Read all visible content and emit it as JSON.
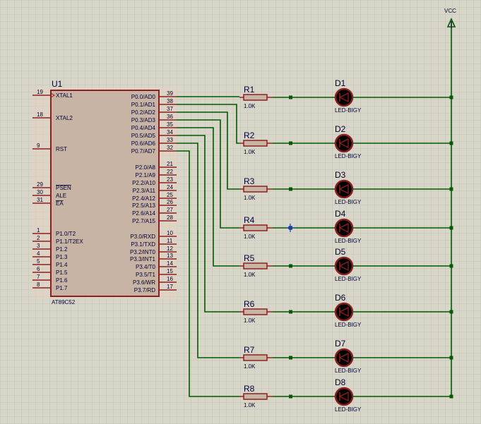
{
  "chip": {
    "ref": "U1",
    "part": "AT89C52",
    "left_pins": [
      {
        "num": "19",
        "name": "XTAL1"
      },
      {
        "num": "18",
        "name": "XTAL2"
      },
      {
        "num": "9",
        "name": "RST"
      },
      {
        "num": "29",
        "name": "PSEN"
      },
      {
        "num": "30",
        "name": "ALE"
      },
      {
        "num": "31",
        "name": "EA"
      },
      {
        "num": "1",
        "name": "P1.0/T2"
      },
      {
        "num": "2",
        "name": "P1.1/T2EX"
      },
      {
        "num": "3",
        "name": "P1.2"
      },
      {
        "num": "4",
        "name": "P1.3"
      },
      {
        "num": "5",
        "name": "P1.4"
      },
      {
        "num": "6",
        "name": "P1.5"
      },
      {
        "num": "7",
        "name": "P1.6"
      },
      {
        "num": "8",
        "name": "P1.7"
      }
    ],
    "right_pins": [
      {
        "num": "39",
        "name": "P0.0/AD0"
      },
      {
        "num": "38",
        "name": "P0.1/AD1"
      },
      {
        "num": "37",
        "name": "P0.2/AD2"
      },
      {
        "num": "36",
        "name": "P0.3/AD3"
      },
      {
        "num": "35",
        "name": "P0.4/AD4"
      },
      {
        "num": "34",
        "name": "P0.5/AD5"
      },
      {
        "num": "33",
        "name": "P0.6/AD6"
      },
      {
        "num": "32",
        "name": "P0.7/AD7"
      },
      {
        "num": "21",
        "name": "P2.0/A8"
      },
      {
        "num": "22",
        "name": "P2.1/A9"
      },
      {
        "num": "23",
        "name": "P2.2/A10"
      },
      {
        "num": "24",
        "name": "P2.3/A11"
      },
      {
        "num": "25",
        "name": "P2.4/A12"
      },
      {
        "num": "26",
        "name": "P2.5/A13"
      },
      {
        "num": "27",
        "name": "P2.6/A14"
      },
      {
        "num": "28",
        "name": "P2.7/A15"
      },
      {
        "num": "10",
        "name": "P3.0/RXD"
      },
      {
        "num": "11",
        "name": "P3.1/TXD"
      },
      {
        "num": "12",
        "name": "P3.2/INT0"
      },
      {
        "num": "13",
        "name": "P3.3/INT1"
      },
      {
        "num": "14",
        "name": "P3.4/T0"
      },
      {
        "num": "15",
        "name": "P3.5/T1"
      },
      {
        "num": "16",
        "name": "P3.6/WR"
      },
      {
        "num": "17",
        "name": "P3.7/RD"
      }
    ]
  },
  "power": {
    "label": "VCC"
  },
  "channels": [
    {
      "resistor": "R1",
      "resistor_value": "1.0K",
      "led": "D1",
      "led_type": "LED-BIGY"
    },
    {
      "resistor": "R2",
      "resistor_value": "1.0K",
      "led": "D2",
      "led_type": "LED-BIGY"
    },
    {
      "resistor": "R3",
      "resistor_value": "1.0K",
      "led": "D3",
      "led_type": "LED-BIGY"
    },
    {
      "resistor": "R4",
      "resistor_value": "1.0K",
      "led": "D4",
      "led_type": "LED-BIGY"
    },
    {
      "resistor": "R5",
      "resistor_value": "1.0K",
      "led": "D5",
      "led_type": "LED-BIGY"
    },
    {
      "resistor": "R6",
      "resistor_value": "1.0K",
      "led": "D6",
      "led_type": "LED-BIGY"
    },
    {
      "resistor": "R7",
      "resistor_value": "1.0K",
      "led": "D7",
      "led_type": "LED-BIGY"
    },
    {
      "resistor": "R8",
      "resistor_value": "1.0K",
      "led": "D8",
      "led_type": "LED-BIGY"
    }
  ],
  "colors": {
    "background": "#d8d6c8",
    "grid": "#c4c2b4",
    "chip_fill": "#c8b4a4",
    "chip_border": "#8c2020",
    "component": "#8c2020",
    "wire": "#005a00",
    "led_fill": "#000000",
    "text": "#000033"
  }
}
